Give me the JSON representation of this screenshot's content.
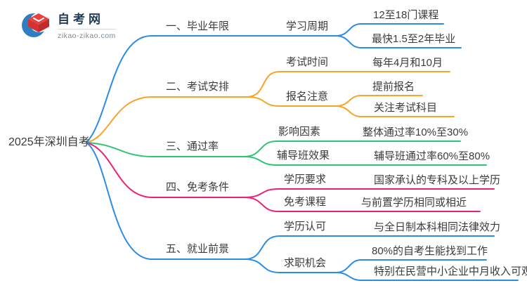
{
  "logo": {
    "site_name": "自考网",
    "site_url": "zikao-zikao.com"
  },
  "root": {
    "label": "2025年深圳自考"
  },
  "colors": {
    "blue": "#2b8ce6",
    "orange": "#f7a428",
    "green": "#2ec573",
    "pink": "#ee2176",
    "text": "#3b3b3b",
    "logo_navy": "#1e3a56",
    "logo_red": "#e84040",
    "logo_blue": "#2d7fc1"
  },
  "branches": [
    {
      "label": "一、毕业年限",
      "color": "#2b8ce6",
      "children": [
        {
          "label": "学习周期",
          "leaves": [
            "12至18门课程",
            "最快1.5至2年毕业"
          ]
        }
      ]
    },
    {
      "label": "二、考试安排",
      "color": "#f7a428",
      "children": [
        {
          "label": "考试时间",
          "leaves": [
            "每年4月和10月"
          ]
        },
        {
          "label": "报名注意",
          "leaves": [
            "提前报名",
            "关注考试科目"
          ]
        }
      ]
    },
    {
      "label": "三、通过率",
      "color": "#2ec573",
      "children": [
        {
          "label": "影响因素",
          "leaves": [
            "整体通过率10%至30%"
          ]
        },
        {
          "label": "辅导班效果",
          "leaves": [
            "辅导班通过率60%至80%"
          ]
        }
      ]
    },
    {
      "label": "四、免考条件",
      "color": "#ee2176",
      "children": [
        {
          "label": "学历要求",
          "leaves": [
            "国家承认的专科及以上学历"
          ]
        },
        {
          "label": "免考课程",
          "leaves": [
            "与前置学历相同或相近"
          ]
        }
      ]
    },
    {
      "label": "五、就业前景",
      "color": "#2b8ce6",
      "children": [
        {
          "label": "学历认可",
          "leaves": [
            "与全日制本科相同法律效力"
          ]
        },
        {
          "label": "求职机会",
          "leaves": [
            "80%的自考生能找到工作",
            "特别在民营中小企业中月收入可观"
          ]
        }
      ]
    }
  ]
}
